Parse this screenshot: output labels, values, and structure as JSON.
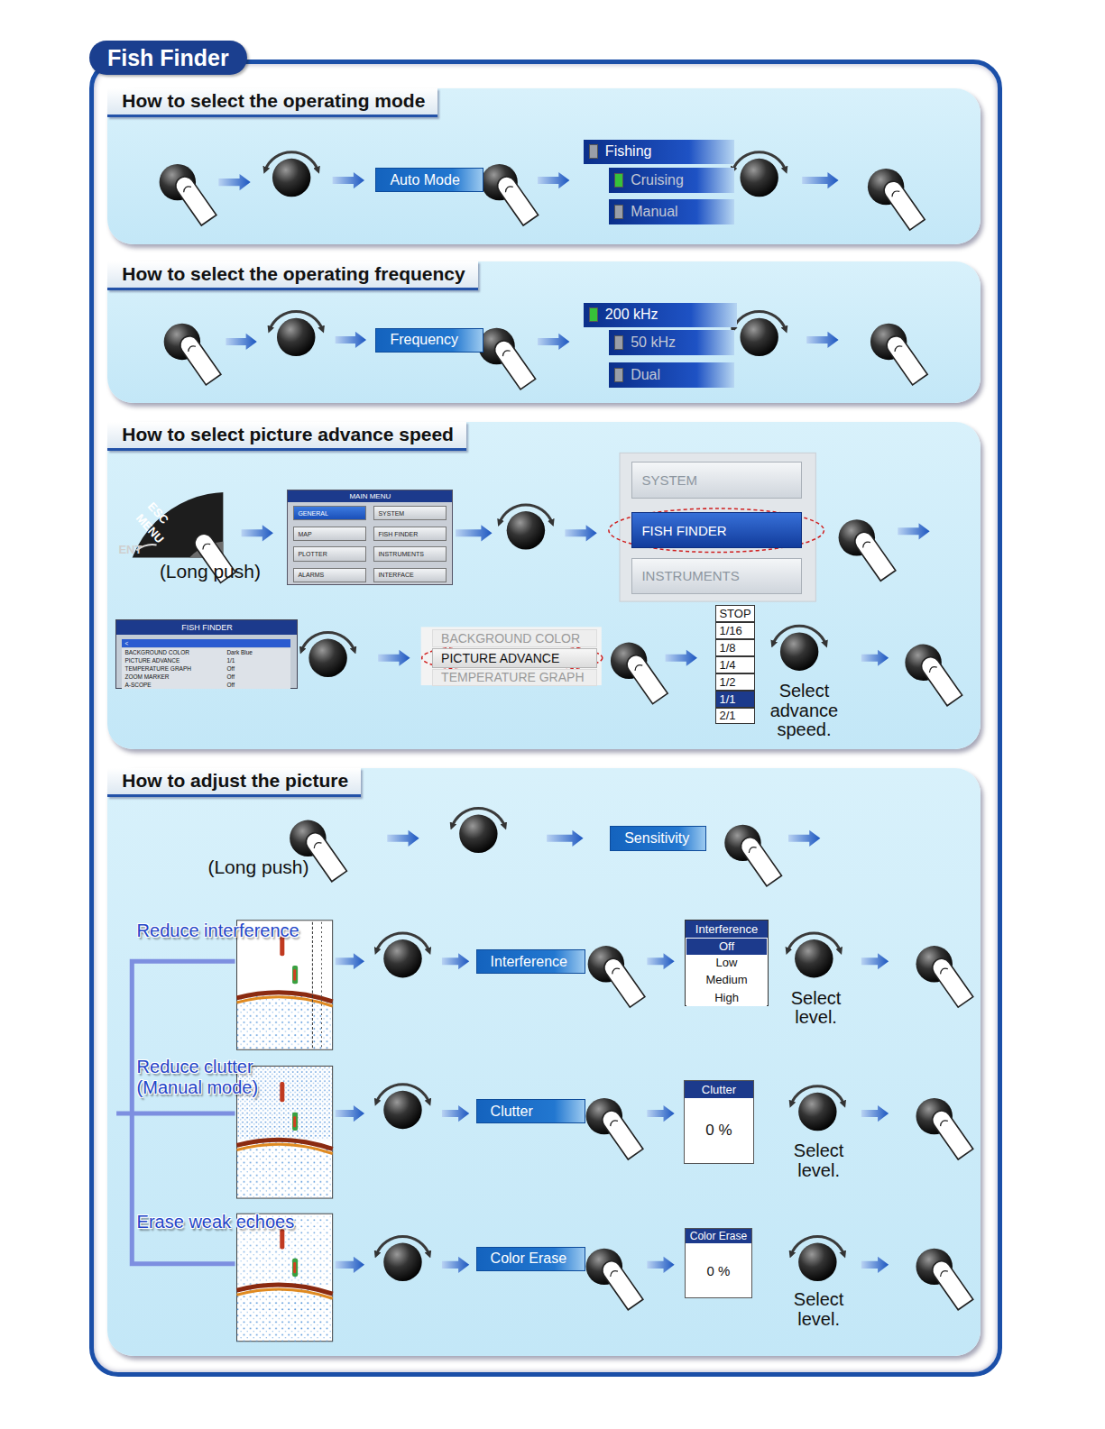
{
  "diagram": {
    "title": "Fish Finder",
    "nodes": [
      {
        "text": [
          "How to select the operating mode"
        ]
      },
      {
        "text": [
          "Auto Mode"
        ],
        "in": 0
      },
      {
        "text": [
          "Fishing"
        ],
        "in": 0
      },
      {
        "text": [
          "Cruising"
        ],
        "in": 0
      },
      {
        "text": [
          "Manual"
        ],
        "in": 0
      },
      {
        "text": [
          "How to select the operating frequency"
        ]
      },
      {
        "text": [
          "Frequency"
        ],
        "in": 5
      },
      {
        "text": [
          "200 kHz"
        ],
        "in": 5
      },
      {
        "text": [
          "50 kHz"
        ],
        "in": 5
      },
      {
        "text": [
          "Dual"
        ],
        "in": 5
      },
      {
        "text": [
          "How to select picture advance speed"
        ]
      },
      {
        "text": [
          "MAIN MENU"
        ],
        "in": 10
      },
      {
        "text": [
          "GENERAL"
        ],
        "in": 11
      },
      {
        "text": [
          "SYSTEM"
        ],
        "in": 11
      },
      {
        "text": [
          "MAP"
        ],
        "in": 11
      },
      {
        "text": [
          "FISH FINDER"
        ],
        "in": 11
      },
      {
        "text": [
          "PLOTTER"
        ],
        "in": 11
      },
      {
        "text": [
          "INSTRUMENTS"
        ],
        "in": 11
      },
      {
        "text": [
          "ALARMS"
        ],
        "in": 11
      },
      {
        "text": [
          "INTERFACE"
        ],
        "in": 11
      },
      {
        "text": [
          "SYSTEM"
        ],
        "in": 10
      },
      {
        "text": [
          "FISH FINDER"
        ],
        "in": 10
      },
      {
        "text": [
          "INSTRUMENTS"
        ],
        "in": 10
      },
      {
        "text": [
          "FISH FINDER"
        ],
        "in": 10
      },
      {
        "text": [
          "<"
        ],
        "in": 23
      },
      {
        "text": [
          "BACKGROUND COLOR",
          "Dark Blue"
        ],
        "in": 23
      },
      {
        "text": [
          "PICTURE ADVANCE",
          "1/1"
        ],
        "in": 23
      },
      {
        "text": [
          "TEMPERATURE GRAPH",
          "Off"
        ],
        "in": 23
      },
      {
        "text": [
          "ZOOM MARKER",
          "Off"
        ],
        "in": 23
      },
      {
        "text": [
          "A-SCOPE",
          "Off"
        ],
        "in": 23
      },
      {
        "text": [
          "BACKGROUND COLOR"
        ],
        "in": 10
      },
      {
        "text": [
          "PICTURE ADVANCE"
        ],
        "in": 10
      },
      {
        "text": [
          "TEMPERATURE GRAPH"
        ],
        "in": 10
      },
      {
        "text": [
          "STOP"
        ],
        "in": 10
      },
      {
        "text": [
          "1/16"
        ],
        "in": 10
      },
      {
        "text": [
          "1/8"
        ],
        "in": 10
      },
      {
        "text": [
          "1/4"
        ],
        "in": 10
      },
      {
        "text": [
          "1/2"
        ],
        "in": 10
      },
      {
        "text": [
          "1/1"
        ],
        "in": 10
      },
      {
        "text": [
          "2/1"
        ],
        "in": 10
      },
      {
        "text": [
          "How to adjust the picture"
        ]
      },
      {
        "text": [
          "Sensitivity"
        ],
        "in": 40
      },
      {
        "text": [
          "Interference"
        ],
        "in": 40
      },
      {
        "text": [
          "Interference"
        ],
        "in": 40
      },
      {
        "text": [
          "Off"
        ],
        "in": 43
      },
      {
        "text": [
          "Low"
        ],
        "in": 43
      },
      {
        "text": [
          "Medium"
        ],
        "in": 43
      },
      {
        "text": [
          "High"
        ],
        "in": 43
      },
      {
        "text": [
          "Clutter"
        ],
        "in": 40
      },
      {
        "text": [
          "Clutter",
          "0 %"
        ],
        "in": 40
      },
      {
        "text": [
          "Color Erase"
        ],
        "in": 40
      },
      {
        "text": [
          "Color Erase",
          "0 %"
        ],
        "in": 40
      }
    ],
    "labels": [
      "ESC",
      "MENU",
      "ENT",
      "(Long push)",
      "Select advance speed.",
      "(Long push)",
      "Reduce interference",
      "Reduce clutter (Manual mode)",
      "Select level.",
      "Select level.",
      "Erase weak echoes",
      "Select level."
    ]
  }
}
